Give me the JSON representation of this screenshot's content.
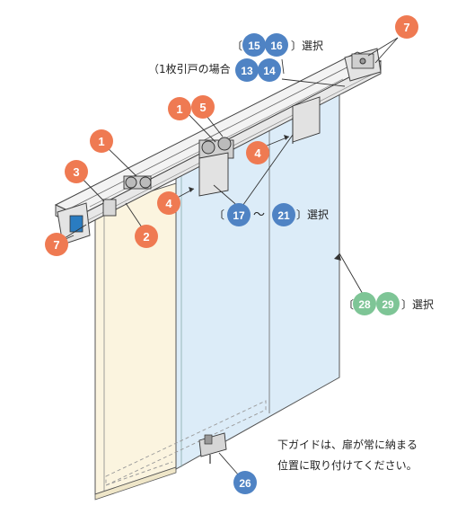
{
  "colors": {
    "orange_badge": "#ef7a52",
    "blue_badge": "#4f83c4",
    "green_badge": "#7ec596",
    "panel_left_fill": "#fbf4df",
    "panel_right_fill": "#dcecf8",
    "rail_fill": "#ededed",
    "line": "#333333"
  },
  "callouts": {
    "c7a": "7",
    "c15": "15",
    "c16": "16",
    "c13": "13",
    "c14": "14",
    "c1a": "1",
    "c5": "5",
    "c1b": "1",
    "c4a": "4",
    "c3": "3",
    "c4b": "4",
    "c17": "17",
    "c21": "21",
    "c2": "2",
    "c7b": "7",
    "c28": "28",
    "c29": "29",
    "c26": "26"
  },
  "labels": {
    "bracket_open": "〔",
    "select_close": "〕選択",
    "single_door_open": "（1枚引戸の場合",
    "range_tilde": "〜",
    "note_line1": "下ガイドは、扉が常に納まる",
    "note_line2": "位置に取り付けてください。"
  }
}
